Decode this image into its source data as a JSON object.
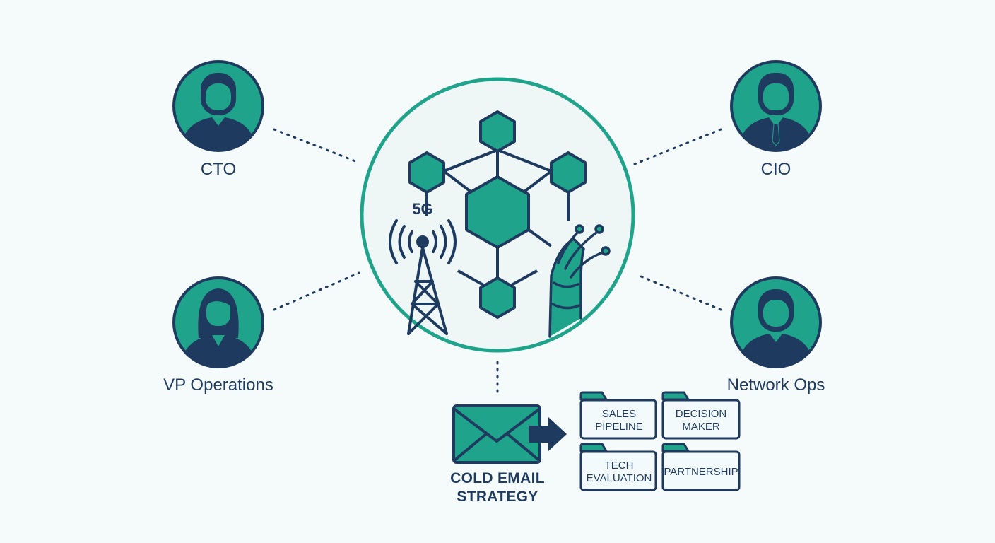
{
  "personas": {
    "cto": {
      "label": "CTO",
      "icon": "person-icon"
    },
    "cio": {
      "label": "CIO",
      "icon": "person-tie-icon"
    },
    "vp_operations": {
      "label": "VP Operations",
      "icon": "person-woman-icon"
    },
    "network_ops": {
      "label": "Network Ops",
      "icon": "person-icon"
    }
  },
  "hub": {
    "tag_5g": "5G",
    "icons": [
      "network-hexagon-icon",
      "cell-tower-icon",
      "fiber-optic-icon"
    ]
  },
  "email": {
    "caption_line1": "COLD EMAIL",
    "caption_line2": "STRATEGY",
    "icon": "envelope-icon"
  },
  "folders": {
    "sales_pipeline": {
      "line1": "SALES",
      "line2": "PIPELINE"
    },
    "decision_maker": {
      "line1": "DECISION",
      "line2": "MAKER"
    },
    "tech_evaluation": {
      "line1": "TECH",
      "line2": "EVALUATION"
    },
    "partnership": {
      "line1": "PARTNERSHIP"
    }
  },
  "colors": {
    "teal": "#1fa38a",
    "navy": "#1f3a5f",
    "background": "#f5fafa",
    "hub_fill": "#eef7f6",
    "folder_fill": "#f3fafb"
  }
}
